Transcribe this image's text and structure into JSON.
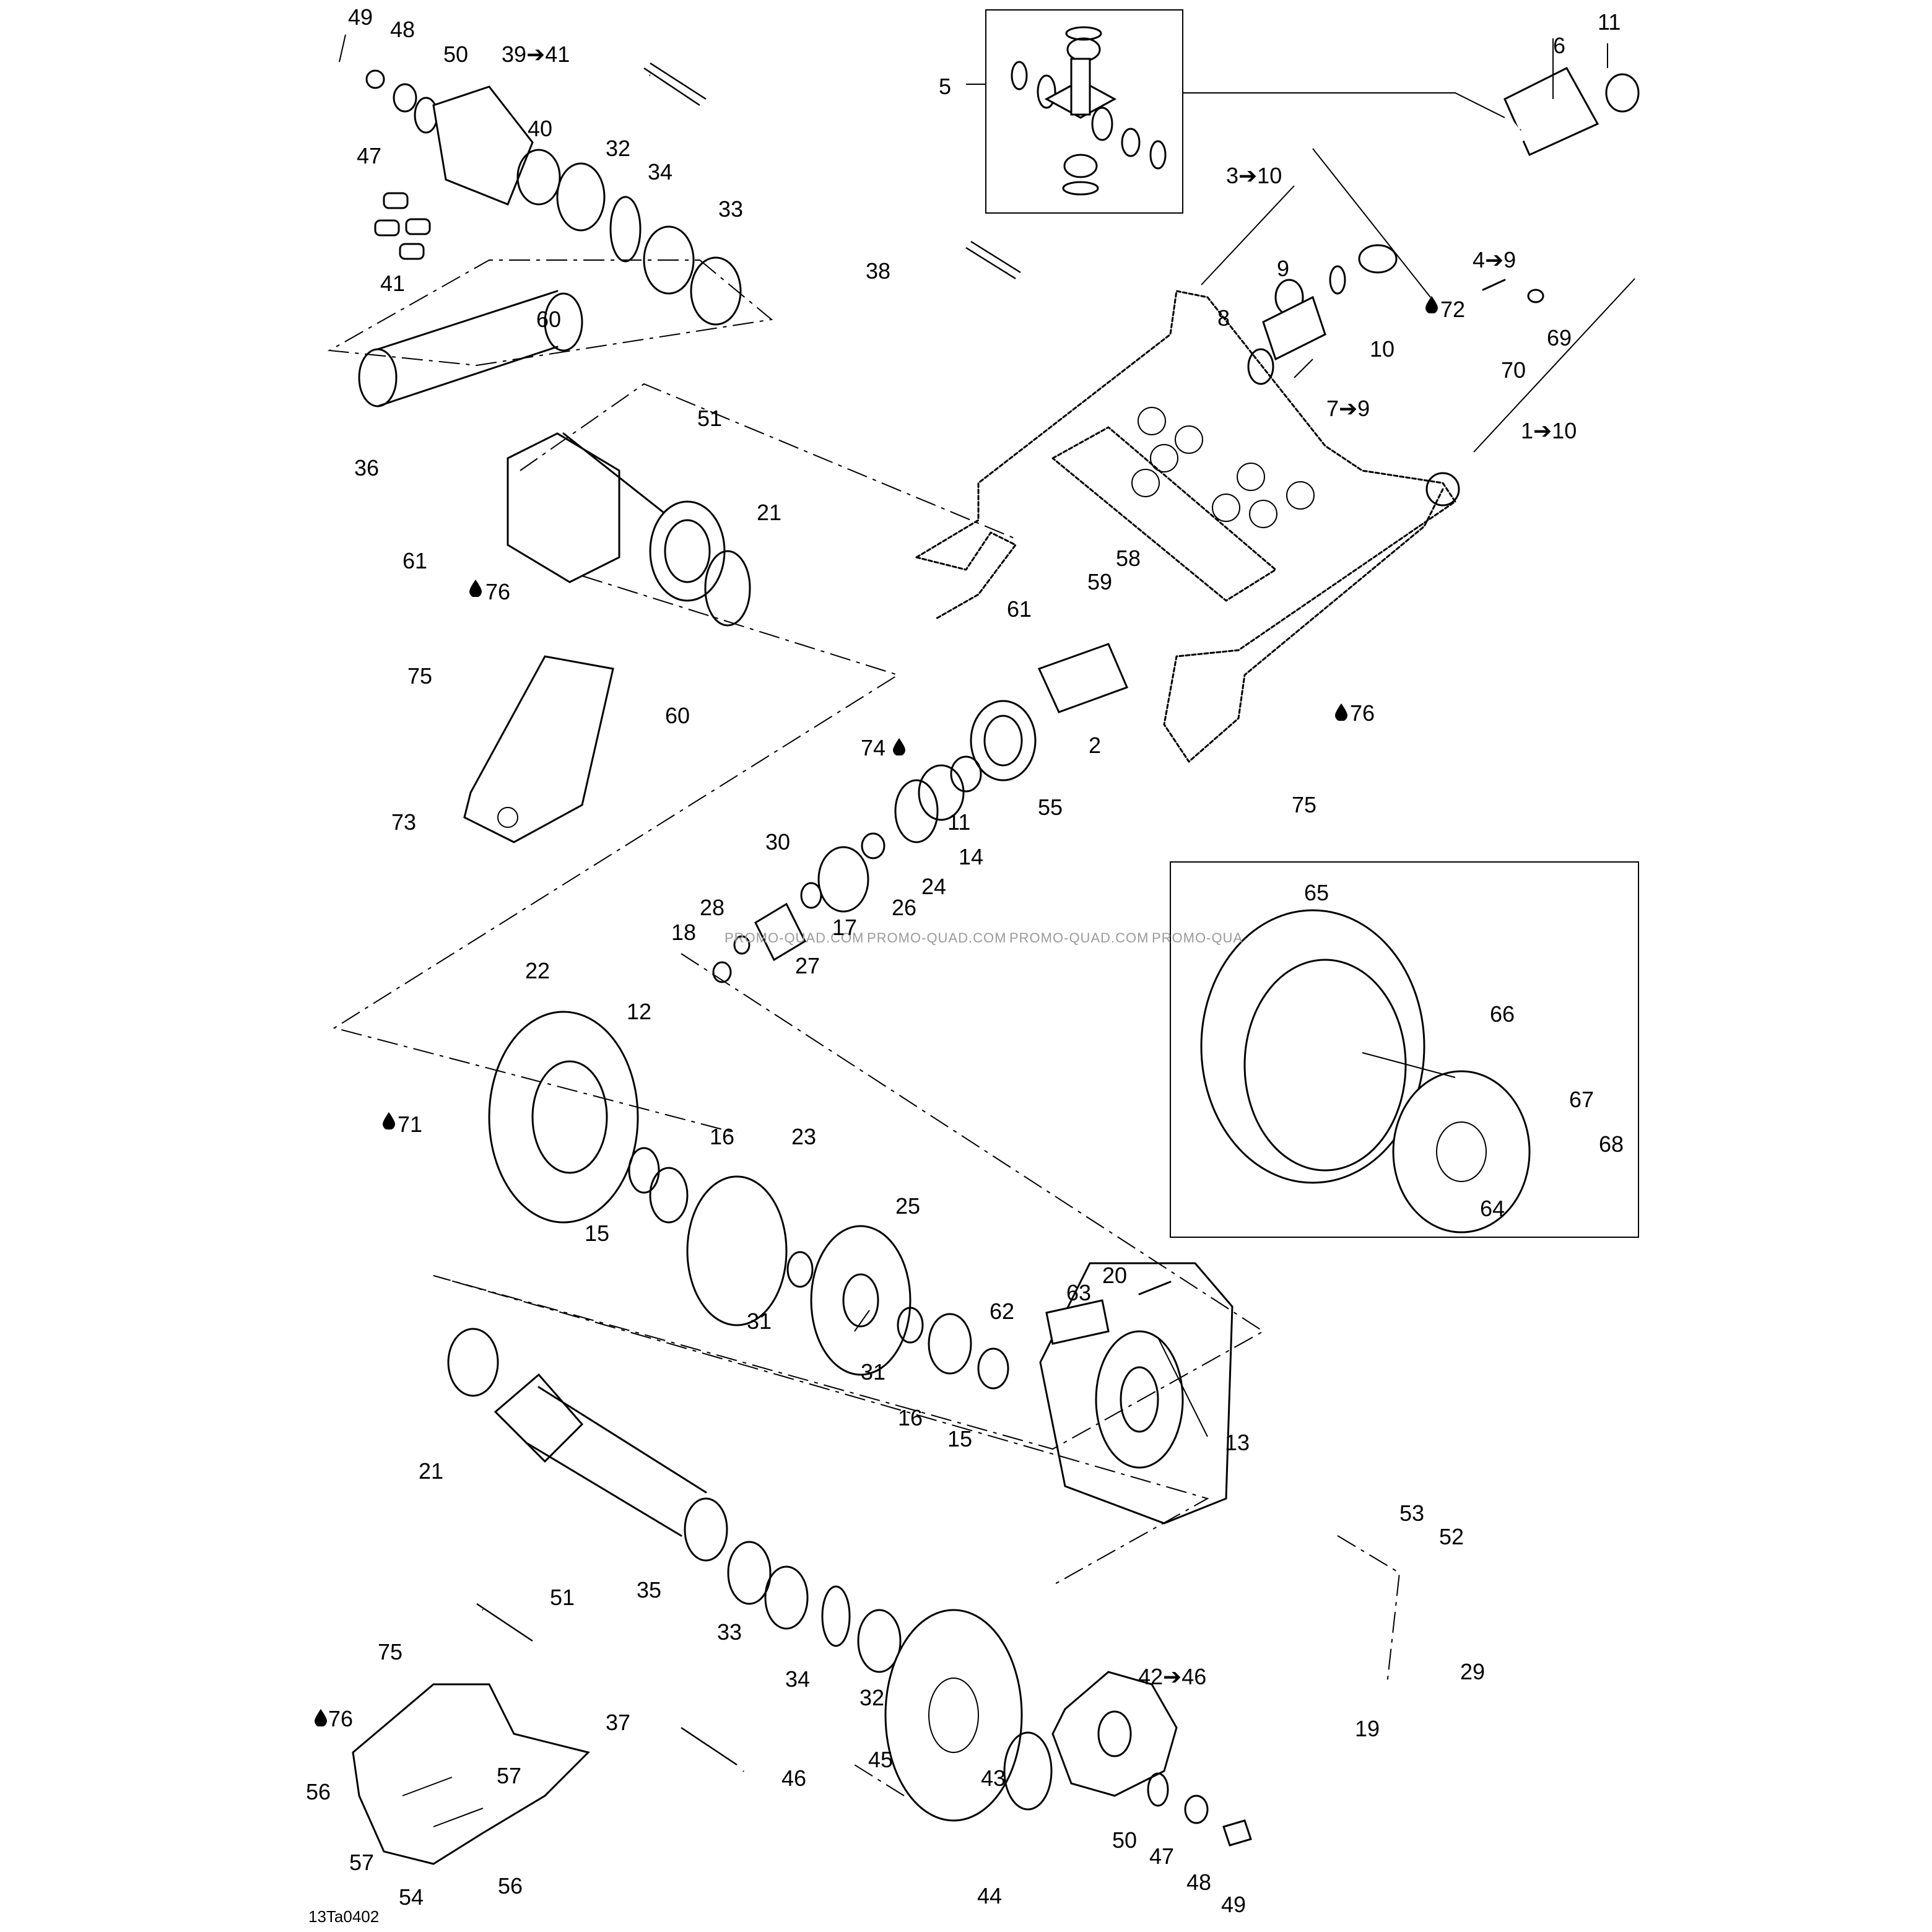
{
  "drawing_code": "13Ta0402",
  "watermark": [
    "PROMO-QUAD.COM",
    "PROMO-QUAD.COM",
    "PROMO-QUAD.COM",
    "PROMO-QUA"
  ],
  "callouts": {
    "c1": "49",
    "c2": "48",
    "c3": "50",
    "c4": "39➔41",
    "c5": "47",
    "c6": "40",
    "c7": "32",
    "c8": "34",
    "c9": "33",
    "c10": "41",
    "c11": "38",
    "c12": "5",
    "c13": "6",
    "c14": "11",
    "c15": "3➔10",
    "c16": "4➔9",
    "c17": "72",
    "c18": "9",
    "c19": "8",
    "c20": "10",
    "c21": "69",
    "c22": "70",
    "c23": "7➔9",
    "c24": "1➔10",
    "c25": "60",
    "c26": "36",
    "c27": "51",
    "c28": "21",
    "c29": "61",
    "c30": "76",
    "c31": "75",
    "c32": "60",
    "c33": "73",
    "c34": "61",
    "c35": "59",
    "c36": "58",
    "c37": "2",
    "c38": "74",
    "c39": "11",
    "c40": "55",
    "c41": "14",
    "c42": "24",
    "c43": "30",
    "c44": "26",
    "c45": "17",
    "c46": "28",
    "c47": "18",
    "c48": "27",
    "c49": "76",
    "c50": "75",
    "c51": "22",
    "c52": "12",
    "c53": "71",
    "c54": "16",
    "c55": "23",
    "c56": "15",
    "c57": "25",
    "c58": "31",
    "c59": "31",
    "c60": "63",
    "c61": "20",
    "c62": "62",
    "c63": "16",
    "c64": "15",
    "c65": "13",
    "c66": "65",
    "c67": "66",
    "c68": "67",
    "c69": "68",
    "c70": "64",
    "c71": "21",
    "c72": "51",
    "c73": "35",
    "c74": "33",
    "c75": "34",
    "c76": "32",
    "c77": "53",
    "c78": "52",
    "c79": "29",
    "c80": "19",
    "c81": "42➔46",
    "c82": "75",
    "c83": "76",
    "c84": "37",
    "c85": "56",
    "c86": "57",
    "c87": "46",
    "c88": "45",
    "c89": "43",
    "c90": "50",
    "c91": "47",
    "c92": "57",
    "c93": "54",
    "c94": "56",
    "c95": "44",
    "c96": "48",
    "c97": "49"
  }
}
